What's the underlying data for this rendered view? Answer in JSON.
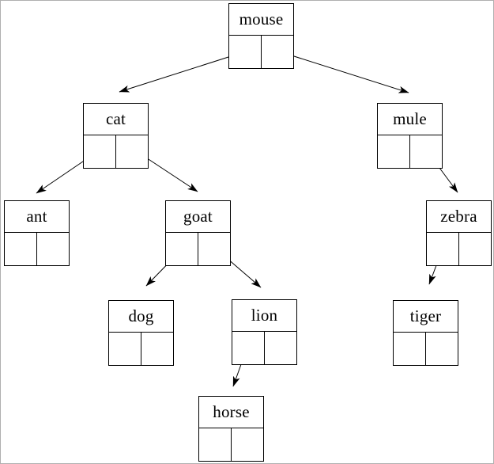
{
  "diagram_type": "binary-tree-with-pointer-cells",
  "nodes": [
    {
      "id": "mouse",
      "label": "mouse",
      "left_child": "cat",
      "right_child": "mule"
    },
    {
      "id": "cat",
      "label": "cat",
      "left_child": "ant",
      "right_child": "goat"
    },
    {
      "id": "mule",
      "label": "mule",
      "left_child": null,
      "right_child": "zebra"
    },
    {
      "id": "ant",
      "label": "ant",
      "left_child": null,
      "right_child": null
    },
    {
      "id": "goat",
      "label": "goat",
      "left_child": "dog",
      "right_child": "lion"
    },
    {
      "id": "zebra",
      "label": "zebra",
      "left_child": "tiger",
      "right_child": null
    },
    {
      "id": "dog",
      "label": "dog",
      "left_child": null,
      "right_child": null
    },
    {
      "id": "lion",
      "label": "lion",
      "left_child": "horse",
      "right_child": null
    },
    {
      "id": "tiger",
      "label": "tiger",
      "left_child": null,
      "right_child": null
    },
    {
      "id": "horse",
      "label": "horse",
      "left_child": null,
      "right_child": null
    }
  ],
  "edges": [
    {
      "from": "mouse",
      "pointer": "left",
      "to": "cat"
    },
    {
      "from": "mouse",
      "pointer": "right",
      "to": "mule"
    },
    {
      "from": "cat",
      "pointer": "left",
      "to": "ant"
    },
    {
      "from": "cat",
      "pointer": "right",
      "to": "goat"
    },
    {
      "from": "mule",
      "pointer": "right",
      "to": "zebra"
    },
    {
      "from": "goat",
      "pointer": "left",
      "to": "dog"
    },
    {
      "from": "goat",
      "pointer": "right",
      "to": "lion"
    },
    {
      "from": "zebra",
      "pointer": "left",
      "to": "tiger"
    },
    {
      "from": "lion",
      "pointer": "left",
      "to": "horse"
    }
  ],
  "colors": {
    "node_border": "#000000",
    "arrow": "#000000",
    "text": "#000000",
    "background": "#ffffff",
    "frame_border": "#b0b0b0"
  }
}
